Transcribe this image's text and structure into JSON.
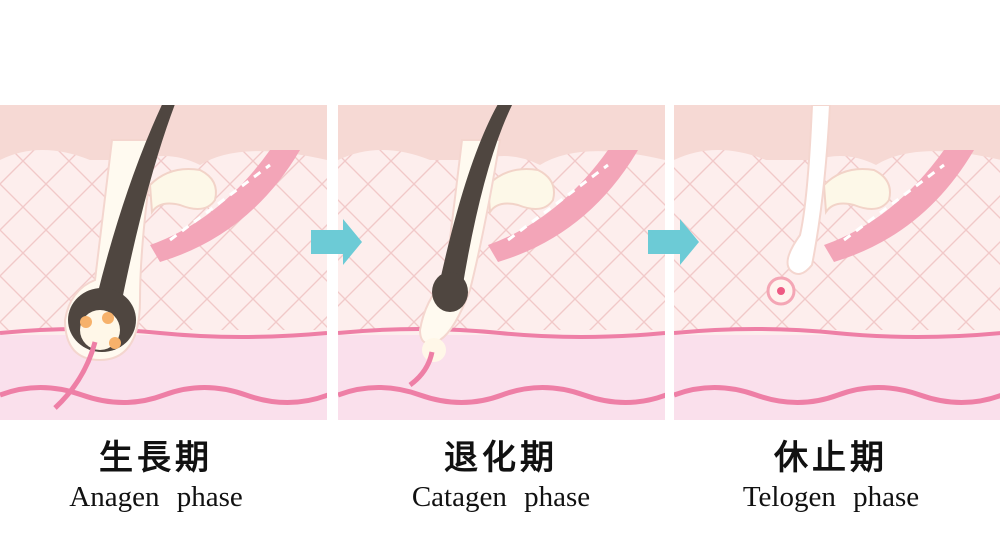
{
  "colors": {
    "epidermis": "#f6d9d4",
    "dermis": "#fdeeed",
    "subcutis": "#fae0ec",
    "pink_line": "#ee7fa6",
    "hair": "#4f4640",
    "arrow": "#6ccbd6",
    "muscle": "#f3a5b8",
    "gland": "#fdf8e8"
  },
  "stages": [
    {
      "name_jp": "生長期",
      "name_en": "Anagen  phase"
    },
    {
      "name_jp": "退化期",
      "name_en": "Catagen  phase"
    },
    {
      "name_jp": "休止期",
      "name_en": "Telogen  phase"
    }
  ],
  "arrows": [
    {
      "icon": "arrow-right-icon"
    },
    {
      "icon": "arrow-right-icon"
    }
  ]
}
